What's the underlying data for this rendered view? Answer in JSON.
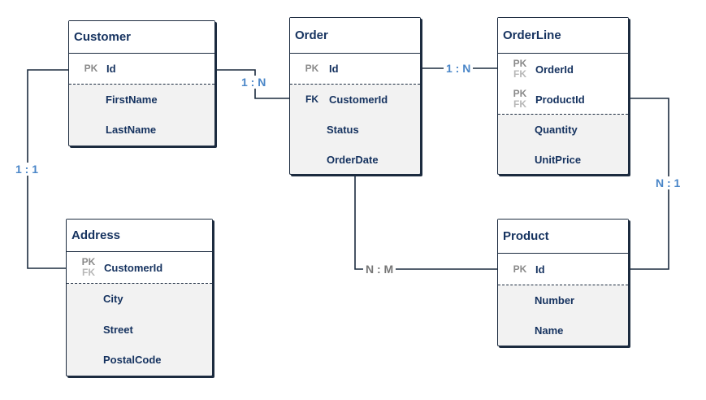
{
  "entities": {
    "customer": {
      "name": "Customer",
      "key": {
        "tag": "PK",
        "field": "Id"
      },
      "fields": [
        "FirstName",
        "LastName"
      ]
    },
    "order": {
      "name": "Order",
      "key": {
        "tag": "PK",
        "field": "Id"
      },
      "fk": {
        "tag": "FK",
        "field": "CustomerId"
      },
      "fields": [
        "Status",
        "OrderDate"
      ]
    },
    "orderline": {
      "name": "OrderLine",
      "keys": [
        {
          "tag1": "PK",
          "tag2": "FK",
          "field": "OrderId"
        },
        {
          "tag1": "PK",
          "tag2": "FK",
          "field": "ProductId"
        }
      ],
      "fields": [
        "Quantity",
        "UnitPrice"
      ]
    },
    "address": {
      "name": "Address",
      "key": {
        "tag1": "PK",
        "tag2": "FK",
        "field": "CustomerId"
      },
      "fields": [
        "City",
        "Street",
        "PostalCode"
      ]
    },
    "product": {
      "name": "Product",
      "key": {
        "tag": "PK",
        "field": "Id"
      },
      "fields": [
        "Number",
        "Name"
      ]
    }
  },
  "relations": {
    "customer_order": "1 : N",
    "order_orderline": "1 : N",
    "customer_address": "1 : 1",
    "orderline_product": "N : 1",
    "order_product": "N : M"
  },
  "colors": {
    "entity_text": "#15325f",
    "border": "#1c2b3f",
    "cardinality_blue": "#4a86c8",
    "cardinality_gray": "#777777"
  }
}
